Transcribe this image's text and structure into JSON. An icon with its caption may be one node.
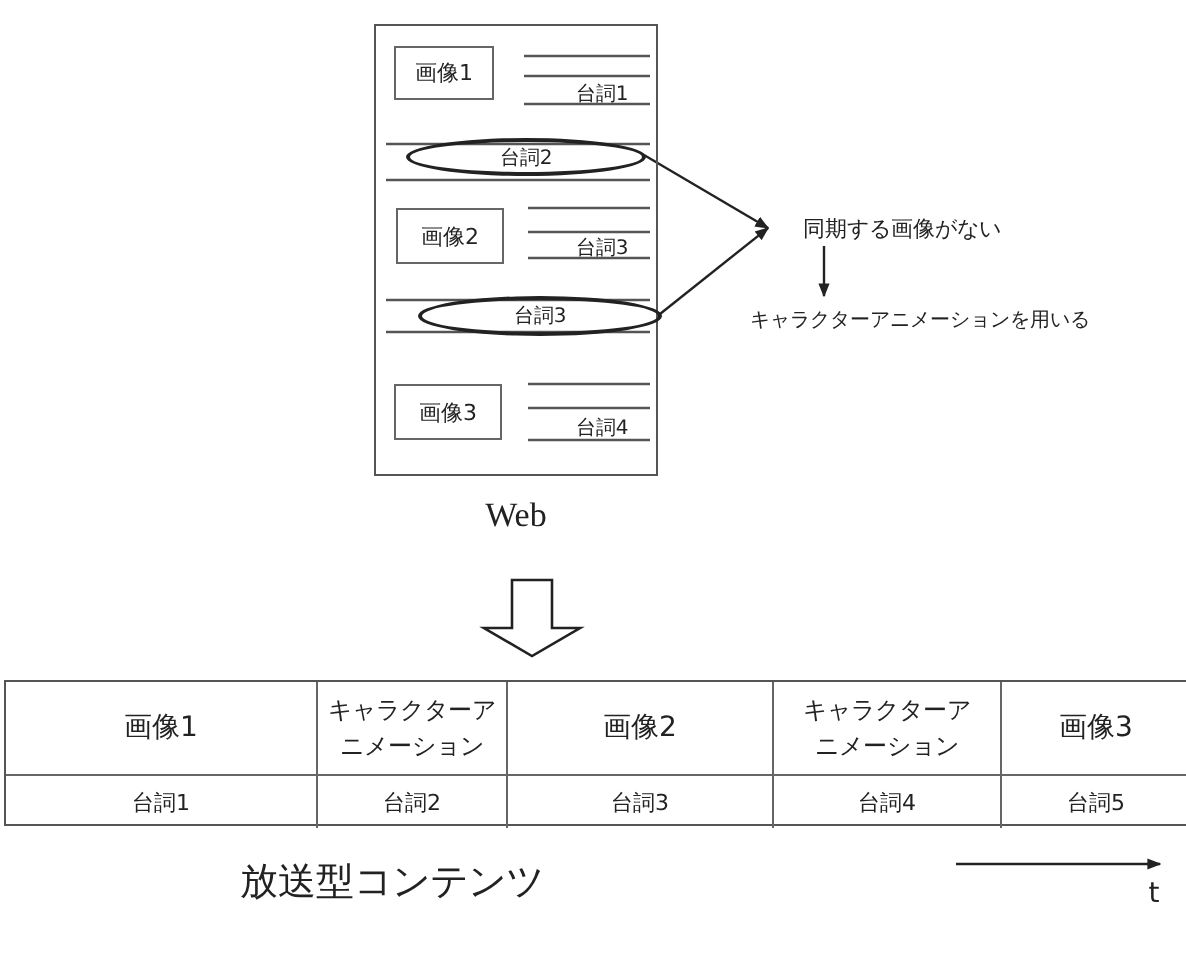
{
  "diagram": {
    "nodes": [
      {
        "text": [],
        "shape": "box",
        "beside": [
          "Web"
        ]
      },
      {
        "text": [
          "画像1"
        ],
        "in": 0
      },
      {
        "text": [
          "台詞2"
        ],
        "in": 0
      },
      {
        "text": [
          "画像2"
        ],
        "in": 0
      },
      {
        "text": [
          "台詞3"
        ],
        "in": 0
      },
      {
        "text": [
          "画像3"
        ],
        "in": 0
      },
      {
        "text": [
          "同期する画像がない"
        ]
      },
      {
        "text": [
          "キャラクターアニメーションを用いる"
        ]
      },
      {
        "text": [],
        "shape": "box",
        "beside": [
          "放送型コンテンツ"
        ]
      }
    ],
    "edges": [
      {
        "from": 2,
        "to": 6,
        "arrow": "to"
      },
      {
        "from": 4,
        "to": 6,
        "arrow": "to"
      },
      {
        "from": 6,
        "to": 7,
        "arrow": "to"
      },
      {
        "from": 0,
        "to": 8,
        "arrow": "to",
        "style": "thick"
      }
    ],
    "labels": [
      "台詞1",
      "台詞3",
      "台詞4",
      "画像1",
      "キャラクターアニメーション",
      "画像2",
      "キャラクターアニメーション",
      "画像3",
      "台詞1",
      "台詞2",
      "台詞3",
      "台詞4",
      "台詞5",
      "t"
    ]
  }
}
